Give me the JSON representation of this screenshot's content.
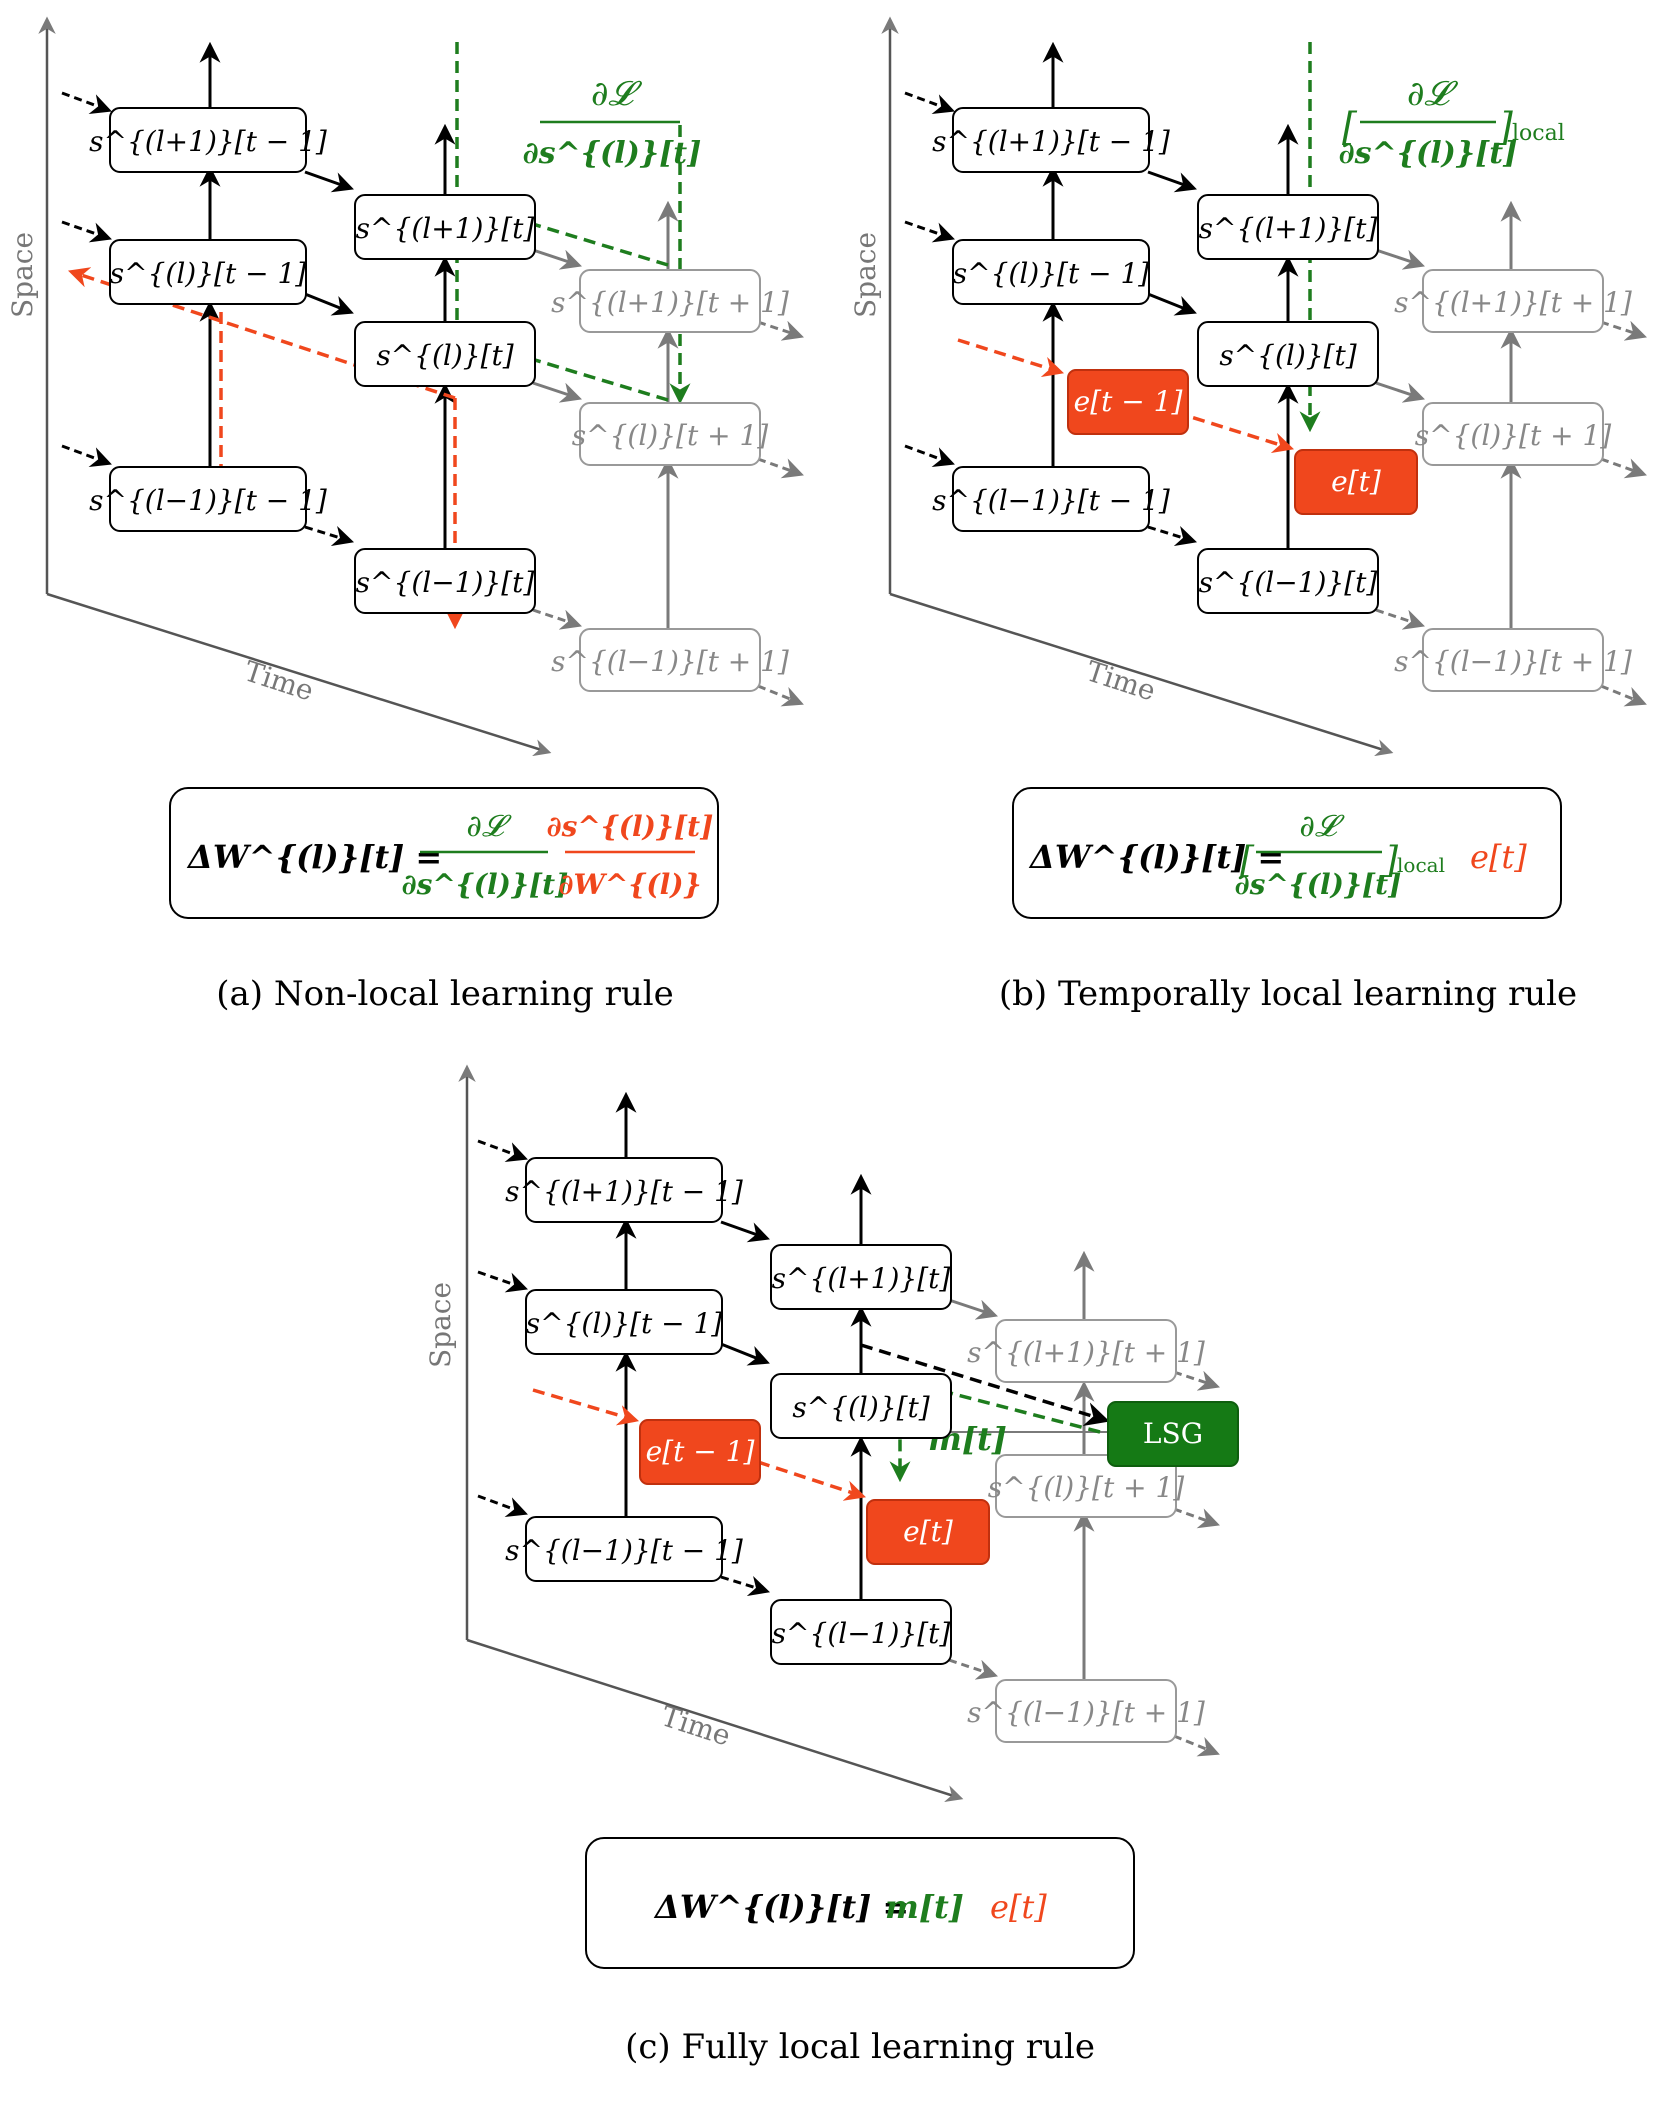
{
  "colors": {
    "black": "#000000",
    "gray": "#7a7a7a",
    "green": "#1e7d1e",
    "red": "#f0471d",
    "lsg_green": "#157a15"
  },
  "axes": {
    "space": "Space",
    "time": "Time"
  },
  "nodes": {
    "s_lp1_tm1": "s^{(l+1)}[t − 1]",
    "s_l_tm1": "s^{(l)}[t − 1]",
    "s_lm1_tm1": "s^{(l−1)}[t − 1]",
    "s_lp1_t": "s^{(l+1)}[t]",
    "s_l_t": "s^{(l)}[t]",
    "s_lm1_t": "s^{(l−1)}[t]",
    "s_lp1_tp1": "s^{(l+1)}[t + 1]",
    "s_l_tp1": "s^{(l)}[t + 1]",
    "s_lm1_tp1": "s^{(l−1)}[t + 1]"
  },
  "error_nodes": {
    "e_tm1": "e[t − 1]",
    "e_t": "e[t]"
  },
  "panel_a": {
    "grad_num": "∂𝓛",
    "grad_den": "∂s^{(l)}[t]",
    "eq_lhs": "ΔW^{(l)}[t] =",
    "eq_num1": "∂𝓛",
    "eq_den1": "∂s^{(l)}[t]",
    "eq_num2": "∂s^{(l)}[t]",
    "eq_den2": "∂W^{(l)}",
    "caption": "(a) Non-local learning rule"
  },
  "panel_b": {
    "grad_num": "∂𝓛",
    "grad_den": "∂s^{(l)}[t]",
    "grad_sub": "local",
    "eq_lhs": "ΔW^{(l)}[t] =",
    "eq_num": "∂𝓛",
    "eq_den": "∂s^{(l)}[t]",
    "eq_sub": "local",
    "eq_e": "e[t]",
    "caption": "(b) Temporally local learning rule"
  },
  "panel_c": {
    "lsg": "LSG",
    "m_label": "m[t]",
    "eq_lhs": "ΔW^{(l)}[t] =",
    "eq_m": "m[t]",
    "eq_e": "e[t]",
    "caption": "(c) Fully local learning rule"
  }
}
